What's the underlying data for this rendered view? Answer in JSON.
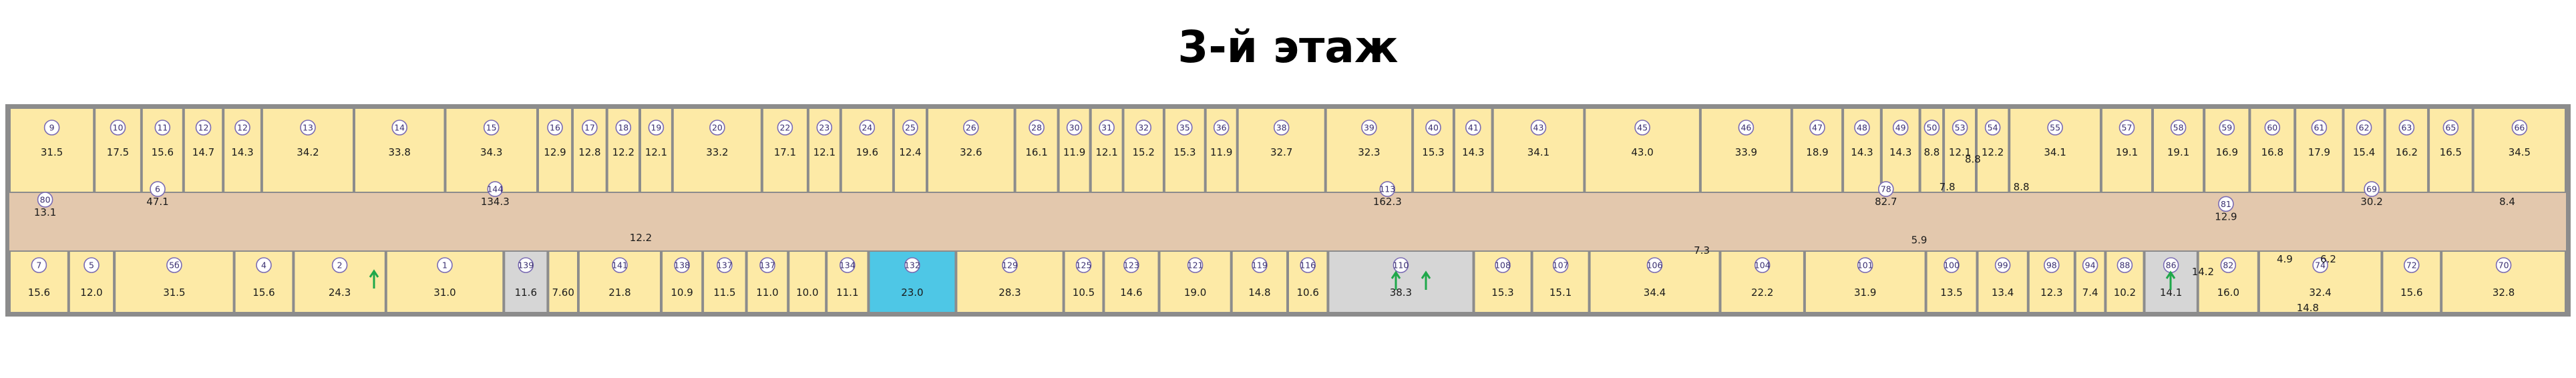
{
  "title": "3-й этаж",
  "colors": {
    "room": "#fdeaa6",
    "corridor": "#e3c8ad",
    "wall": "#8c8c8c",
    "selected": "#4ec7e6",
    "stairs": "#d6d6d6",
    "marker_fill": "#ffffff",
    "marker_stroke": "#7a6bb3",
    "stair_arrow": "#1fa84a"
  },
  "selected_room": "132",
  "top_rooms": [
    {
      "n": "9",
      "a": "31.5"
    },
    {
      "n": "10",
      "a": "17.5"
    },
    {
      "n": "11",
      "a": "15.6"
    },
    {
      "n": "12",
      "a": "14.7"
    },
    {
      "n": "12",
      "a": "14.3"
    },
    {
      "n": "13",
      "a": "34.2"
    },
    {
      "n": "14",
      "a": "33.8"
    },
    {
      "n": "15",
      "a": "34.3"
    },
    {
      "n": "16",
      "a": "12.9"
    },
    {
      "n": "17",
      "a": "12.8"
    },
    {
      "n": "18",
      "a": "12.2"
    },
    {
      "n": "19",
      "a": "12.1"
    },
    {
      "n": "20",
      "a": "33.2"
    },
    {
      "n": "22",
      "a": "17.1"
    },
    {
      "n": "23",
      "a": "12.1"
    },
    {
      "n": "24",
      "a": "19.6"
    },
    {
      "n": "25",
      "a": "12.4"
    },
    {
      "n": "26",
      "a": "32.6"
    },
    {
      "n": "28",
      "a": "16.1"
    },
    {
      "n": "30",
      "a": "11.9"
    },
    {
      "n": "31",
      "a": "12.1"
    },
    {
      "n": "32",
      "a": "15.2"
    },
    {
      "n": "35",
      "a": "15.3"
    },
    {
      "n": "36",
      "a": "11.9"
    },
    {
      "n": "38",
      "a": "32.7"
    },
    {
      "n": "39",
      "a": "32.3"
    },
    {
      "n": "40",
      "a": "15.3"
    },
    {
      "n": "41",
      "a": "14.3"
    },
    {
      "n": "43",
      "a": "34.1"
    },
    {
      "n": "45",
      "a": "43.0"
    },
    {
      "n": "46",
      "a": "33.9"
    },
    {
      "n": "47",
      "a": "18.9"
    },
    {
      "n": "48",
      "a": "14.3"
    },
    {
      "n": "49",
      "a": "14.3"
    },
    {
      "n": "50",
      "a": "8.8"
    },
    {
      "n": "53",
      "a": "12.1"
    },
    {
      "n": "54",
      "a": "12.2"
    },
    {
      "n": "55",
      "a": "34.1"
    },
    {
      "n": "57",
      "a": "19.1"
    },
    {
      "n": "58",
      "a": "19.1"
    },
    {
      "n": "59",
      "a": "16.9"
    },
    {
      "n": "60",
      "a": "16.8"
    },
    {
      "n": "61",
      "a": "17.9"
    },
    {
      "n": "62",
      "a": "15.4"
    },
    {
      "n": "63",
      "a": "16.2"
    },
    {
      "n": "65",
      "a": "16.5"
    },
    {
      "n": "66",
      "a": "34.5"
    }
  ],
  "bottom_rooms": [
    {
      "n": "7",
      "a": "15.6"
    },
    {
      "n": "5",
      "a": "12.0"
    },
    {
      "n": "5б",
      "a": "31.5"
    },
    {
      "n": "4",
      "a": "15.6"
    },
    {
      "n": "2",
      "a": "24.3"
    },
    {
      "n": "1",
      "a": "31.0"
    },
    {
      "n": "139",
      "a": "11.6"
    },
    {
      "n": "",
      "a": "7.60"
    },
    {
      "n": "141",
      "a": "21.8"
    },
    {
      "n": "138",
      "a": "10.9"
    },
    {
      "n": "137",
      "a": "11.5"
    },
    {
      "n": "137",
      "a": "11.0"
    },
    {
      "n": "",
      "a": "10.0"
    },
    {
      "n": "134",
      "a": "11.1"
    },
    {
      "n": "132",
      "a": "23.0"
    },
    {
      "n": "129",
      "a": "28.3"
    },
    {
      "n": "125",
      "a": "10.5"
    },
    {
      "n": "123",
      "a": "14.6"
    },
    {
      "n": "121",
      "a": "19.0"
    },
    {
      "n": "119",
      "a": "14.8"
    },
    {
      "n": "116",
      "a": "10.6"
    },
    {
      "n": "110",
      "a": "38.3"
    },
    {
      "n": "108",
      "a": "15.3"
    },
    {
      "n": "107",
      "a": "15.1"
    },
    {
      "n": "106",
      "a": "34.4"
    },
    {
      "n": "104",
      "a": "22.2"
    },
    {
      "n": "101",
      "a": "31.9"
    },
    {
      "n": "100",
      "a": "13.5"
    },
    {
      "n": "99",
      "a": "13.4"
    },
    {
      "n": "98",
      "a": "12.3"
    },
    {
      "n": "94",
      "a": "7.4"
    },
    {
      "n": "88",
      "a": "10.2"
    },
    {
      "n": "86",
      "a": "14.1"
    },
    {
      "n": "82",
      "a": "16.0"
    },
    {
      "n": "74",
      "a": "32.4"
    },
    {
      "n": "72",
      "a": "15.6"
    },
    {
      "n": "70",
      "a": "32.8"
    }
  ],
  "corridor_labels": [
    {
      "n": "6",
      "a": "47.1",
      "fx": 0.058,
      "fy": 0.45
    },
    {
      "n": "144",
      "a": "134.3",
      "fx": 0.19,
      "fy": 0.45
    },
    {
      "n": "113",
      "a": "162.3",
      "fx": 0.539,
      "fy": 0.45
    },
    {
      "n": "78",
      "a": "82.7",
      "fx": 0.734,
      "fy": 0.45
    },
    {
      "n": "",
      "a": "12.2",
      "fx": 0.247,
      "fy": 0.62
    },
    {
      "n": "",
      "a": "7.3",
      "fx": 0.662,
      "fy": 0.68
    },
    {
      "n": "",
      "a": "5.9",
      "fx": 0.747,
      "fy": 0.63
    },
    {
      "n": "",
      "a": "6.2",
      "fx": 0.907,
      "fy": 0.72
    },
    {
      "n": "",
      "a": "4.9",
      "fx": 0.89,
      "fy": 0.72
    },
    {
      "n": "",
      "a": "14.8",
      "fx": 0.899,
      "fy": 0.95
    },
    {
      "n": "80",
      "a": "13.1",
      "fx": 0.014,
      "fy": 0.5
    },
    {
      "n": "",
      "a": "8.8",
      "fx": 0.768,
      "fy": 0.25
    },
    {
      "n": "",
      "a": "7.8",
      "fx": 0.758,
      "fy": 0.38
    },
    {
      "n": "",
      "a": "8.8",
      "fx": 0.787,
      "fy": 0.38
    },
    {
      "n": "81",
      "a": "12.9",
      "fx": 0.867,
      "fy": 0.52
    },
    {
      "n": "",
      "a": "14.2",
      "fx": 0.858,
      "fy": 0.78
    },
    {
      "n": "69",
      "a": "30.2",
      "fx": 0.924,
      "fy": 0.45
    },
    {
      "n": "",
      "a": "8.4",
      "fx": 0.977,
      "fy": 0.45
    }
  ]
}
